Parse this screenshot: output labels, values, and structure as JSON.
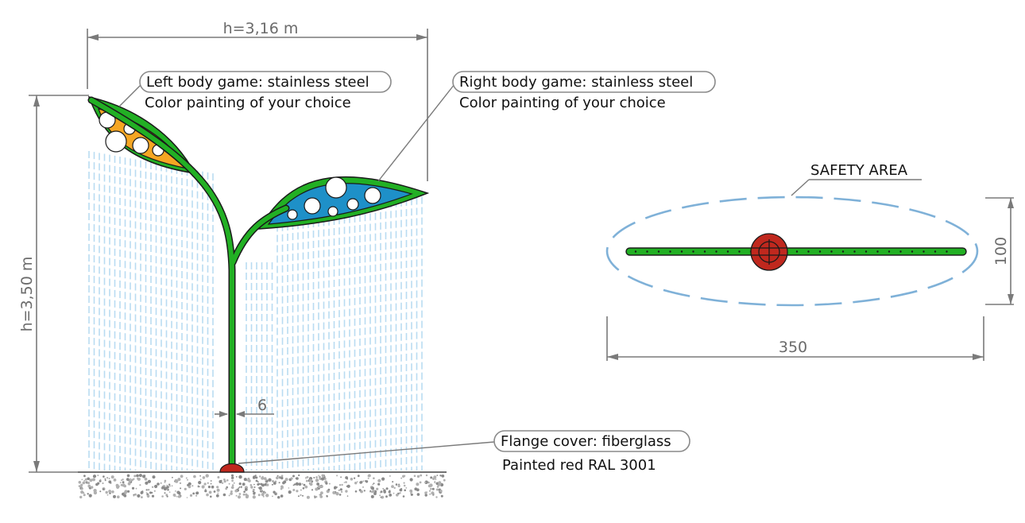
{
  "dimensions": {
    "width_label": "h=3,16 m",
    "height_label": "h=3,50 m",
    "stem_label": "6",
    "plan_length": "350",
    "plan_width": "100"
  },
  "callouts": {
    "left_title": "Left body game: stainless steel",
    "left_sub": "Color painting of your choice",
    "right_title": "Right body game: stainless steel",
    "right_sub": "Color painting of your choice",
    "flange_title": "Flange cover: fiberglass",
    "flange_sub": "Painted red RAL 3001",
    "safety_area": "SAFETY AREA"
  },
  "colors": {
    "green": "#22b024",
    "orange": "#f5a623",
    "blue": "#1e90c8",
    "red": "#c0281e",
    "water": "#b9dcf2",
    "safety": "#7fb1d8"
  }
}
